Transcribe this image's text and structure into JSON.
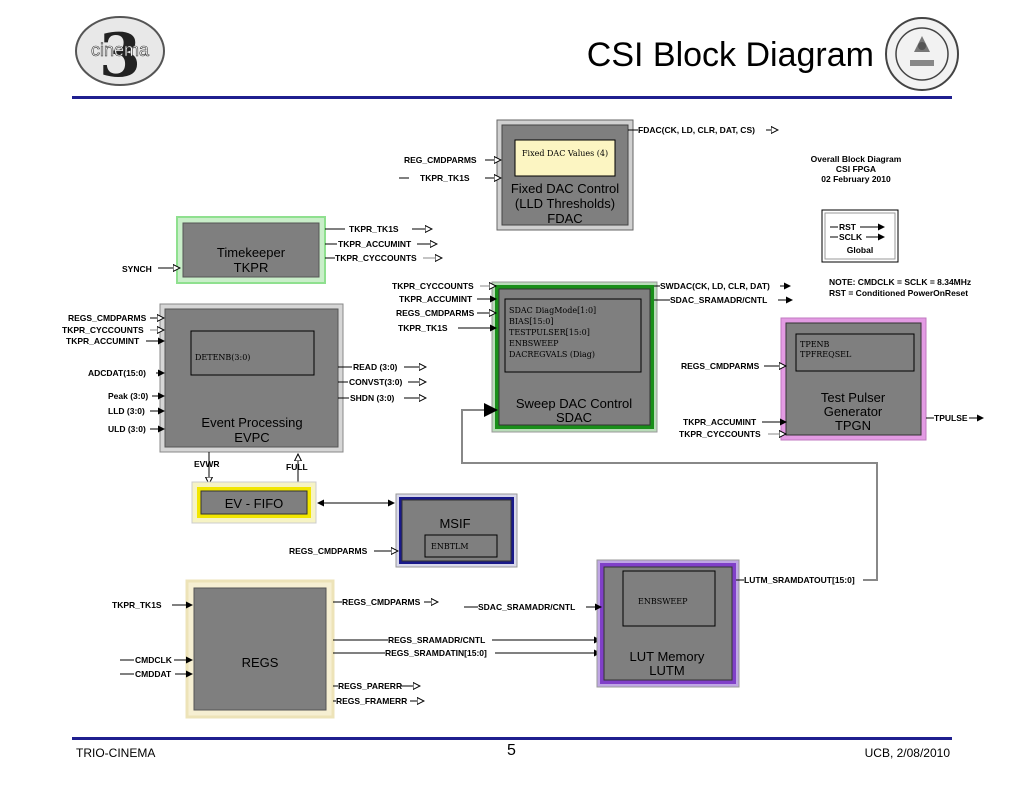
{
  "header": {
    "title": "CSI Block Diagram"
  },
  "logos": {
    "left_text": "cinema",
    "left_numeral": "3"
  },
  "footer": {
    "left": "TRIO-CINEMA",
    "page": "5",
    "right": "UCB, 2/08/2010"
  },
  "notes": {
    "overall": [
      "Overall Block Diagram",
      "CSI FPGA",
      "02 February 2010"
    ],
    "legend": {
      "rst": "RST",
      "sclk": "SCLK",
      "label": "Global"
    },
    "note1": "NOTE:  CMDCLK = SCLK = 8.34MHz",
    "note2": "RST = Conditioned PowerOnReset"
  },
  "blocks": {
    "fdac": {
      "title": [
        "Fixed DAC Control",
        "(LLD Thresholds)",
        "FDAC"
      ],
      "inner": [
        "Fixed DAC Values (4)"
      ],
      "inputs": [
        "REG_CMDPARMS",
        "TKPR_TK1S"
      ],
      "outputs": [
        "FDAC(CK, LD, CLR, DAT, CS)"
      ]
    },
    "tkpr": {
      "title": [
        "Timekeeper",
        "TKPR"
      ],
      "inputs": [
        "SYNCH"
      ],
      "outputs": [
        "TKPR_TK1S",
        "TKPR_ACCUMINT",
        "TKPR_CYCCOUNTS"
      ]
    },
    "evpc": {
      "title": [
        "Event Processing",
        "EVPC"
      ],
      "inner": [
        "DETENB(3:0)"
      ],
      "inputs": [
        "REGS_CMDPARMS",
        "TKPR_CYCCOUNTS",
        "TKPR_ACCUMINT",
        "ADCDAT(15:0)",
        "Peak (3:0)",
        "LLD (3:0)",
        "ULD (3:0)"
      ],
      "outputs": [
        "READ (3:0)",
        "CONVST(3:0)",
        "SHDN (3:0)"
      ],
      "bottom": [
        "EVWR",
        "FULL"
      ]
    },
    "sdac": {
      "title": [
        "Sweep DAC Control",
        "SDAC"
      ],
      "inner": [
        "SDAC DiagMode[1:0]",
        "BIAS[15:0]",
        "TESTPULSER[15:0]",
        "ENBSWEEP",
        "DACREGVALS (Diag)"
      ],
      "inputs": [
        "TKPR_CYCCOUNTS",
        "TKPR_ACCUMINT",
        "REGS_CMDPARMS",
        "TKPR_TK1S"
      ],
      "outputs": [
        "SWDAC(CK, LD, CLR, DAT)",
        "SDAC_SRAMADR/CNTL"
      ]
    },
    "tpgn": {
      "title": [
        "Test Pulser",
        "Generator",
        "TPGN"
      ],
      "inner": [
        "TPENB",
        "TPFREQSEL"
      ],
      "inputs": [
        "REGS_CMDPARMS",
        "TKPR_ACCUMINT",
        "TKPR_CYCCOUNTS"
      ],
      "outputs": [
        "TPULSE"
      ]
    },
    "fifo": {
      "title": [
        "EV - FIFO"
      ]
    },
    "msif": {
      "title": [
        "MSIF"
      ],
      "inner": [
        "ENBTLM"
      ],
      "inputs": [
        "REGS_CMDPARMS"
      ]
    },
    "regs": {
      "title": [
        "REGS"
      ],
      "inputs": [
        "TKPR_TK1S",
        "CMDCLK",
        "CMDDAT"
      ],
      "outputs": [
        "REGS_CMDPARMS",
        "REGS_SRAMADR/CNTL",
        "REGS_SRAMDATIN[15:0]",
        "REGS_PARERR",
        "REGS_FRAMERR"
      ]
    },
    "lutm": {
      "title": [
        "LUT Memory",
        "LUTM"
      ],
      "inner": [
        "ENBSWEEP"
      ],
      "inputs": [
        "SDAC_SRAMADR/CNTL"
      ],
      "outputs": [
        "LUTM_SRAMDATOUT[15:0]"
      ]
    }
  },
  "colors": {
    "rule": "#1f1f8f",
    "block_fill": "#7f7f7f",
    "fdac_border": "#a8a8a8",
    "tkpr_border": "#8fe08f",
    "evpc_border": "#a8a8a8",
    "sdac_border": "#1a8f1a",
    "tpgn_border": "#e39be3",
    "fifo_border": "#f2e600",
    "msif_border": "#1a1a8a",
    "regs_border": "#ede3b8",
    "lutm_border": "#8040c8"
  }
}
